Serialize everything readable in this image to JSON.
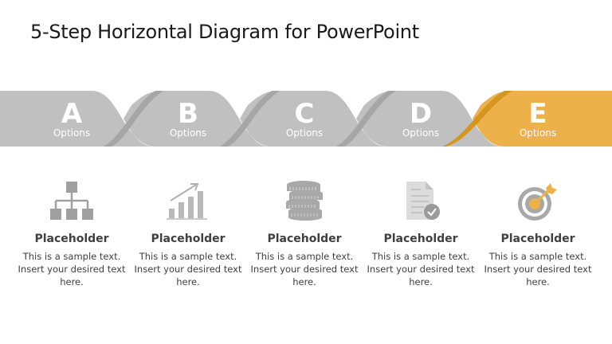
{
  "title": "5-Step Horizontal Diagram for PowerPoint",
  "colors": {
    "gray": "#c0c0c0",
    "gray_dark": "#a6a6a6",
    "accent": "#ecb149",
    "accent_dark": "#d4961e",
    "text": "#404040"
  },
  "steps": [
    {
      "letter": "A",
      "sub": "Options",
      "heading": "Placeholder",
      "desc": "This is a sample text. Insert your desired text here.",
      "icon": "hierarchy-icon"
    },
    {
      "letter": "B",
      "sub": "Options",
      "heading": "Placeholder",
      "desc": "This is a sample text. Insert your desired text here.",
      "icon": "growth-chart-icon"
    },
    {
      "letter": "C",
      "sub": "Options",
      "heading": "Placeholder",
      "desc": "This is a sample text. Insert your desired text here.",
      "icon": "coins-icon"
    },
    {
      "letter": "D",
      "sub": "Options",
      "heading": "Placeholder",
      "desc": "This is a sample text. Insert your desired text here.",
      "icon": "document-check-icon"
    },
    {
      "letter": "E",
      "sub": "Options",
      "heading": "Placeholder",
      "desc": "This is a sample text. Insert your desired text here.",
      "icon": "target-icon"
    }
  ]
}
